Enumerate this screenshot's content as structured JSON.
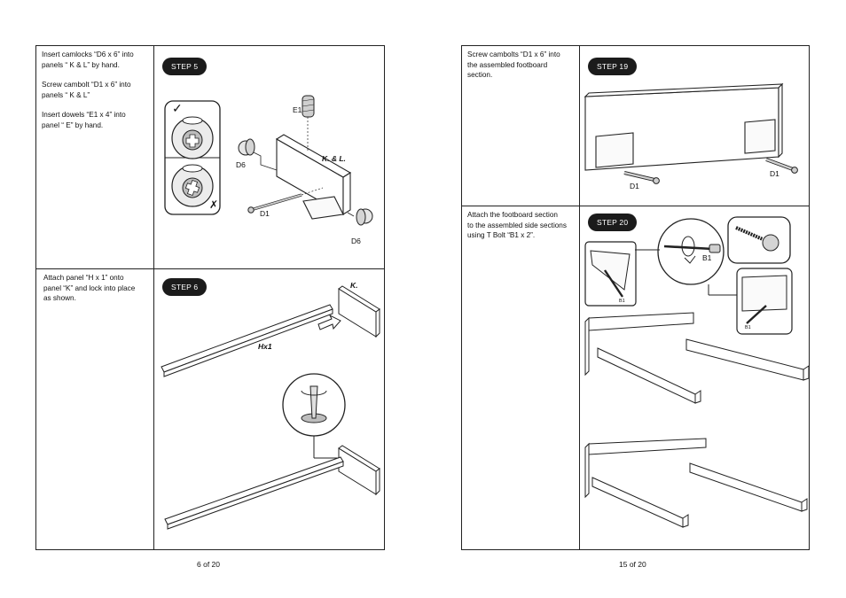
{
  "left_page": {
    "page_number": "6 of 20",
    "steps": [
      {
        "badge": "STEP 5",
        "instructions": [
          "Insert camlocks “D6 x 6” into\npanels “ K & L” by hand.",
          "Screw cambolt  “D1 x 6” into\npanels “ K & L”",
          "Insert dowels “E1 x 4” into\npanel “ E” by hand."
        ],
        "labels": {
          "e1": "E1",
          "d6_left": "D6",
          "d6_right": "D6",
          "d1": "D1",
          "panels": "K. & L.",
          "check_mark": "✓",
          "cross_mark": "✗"
        }
      },
      {
        "badge": "STEP 6",
        "instructions": [
          "Attach panel “H x 1” onto\npanel “K” and lock into place\nas shown."
        ],
        "labels": {
          "panel_k": "K.",
          "panel_h": "Hx1"
        }
      }
    ]
  },
  "right_page": {
    "page_number": "15 of 20",
    "steps": [
      {
        "badge": "STEP 19",
        "instructions": [
          "Screw cambolts “D1 x 6” into\nthe assembled footboard\nsection."
        ],
        "labels": {
          "d1_left": "D1",
          "d1_right": "D1"
        }
      },
      {
        "badge": "STEP 20",
        "instructions": [
          "Attach the footboard section\nto the assembled side sections\nusing T Bolt “B1 x 2”."
        ],
        "labels": {
          "b1_main": "B1",
          "b1_left": "B1",
          "b1_right": "B1"
        }
      }
    ]
  },
  "colors": {
    "line": "#222222",
    "badge": "#1b1b1b",
    "hardware_fill": "#d8d8d8"
  }
}
